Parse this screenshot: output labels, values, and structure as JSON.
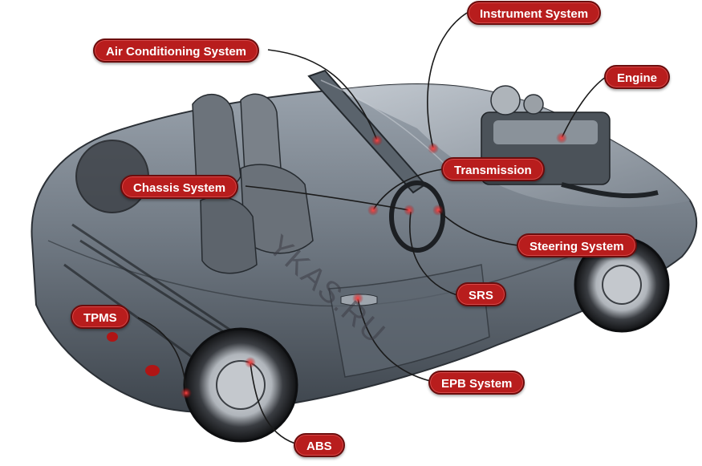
{
  "labels": {
    "instrument_system": "Instrument System",
    "air_conditioning_system": "Air Conditioning System",
    "engine": "Engine",
    "transmission": "Transmission",
    "chassis_system": "Chassis System",
    "steering_system": "Steering System",
    "srs": "SRS",
    "tpms": "TPMS",
    "epb_system": "EPB System",
    "abs": "ABS"
  },
  "watermark": "YKAS.RU",
  "colors": {
    "label_fill": "#b81d1d",
    "label_border": "#6b0c0c",
    "leader_line": "#1a1a1a",
    "marker": "#e3262a"
  }
}
